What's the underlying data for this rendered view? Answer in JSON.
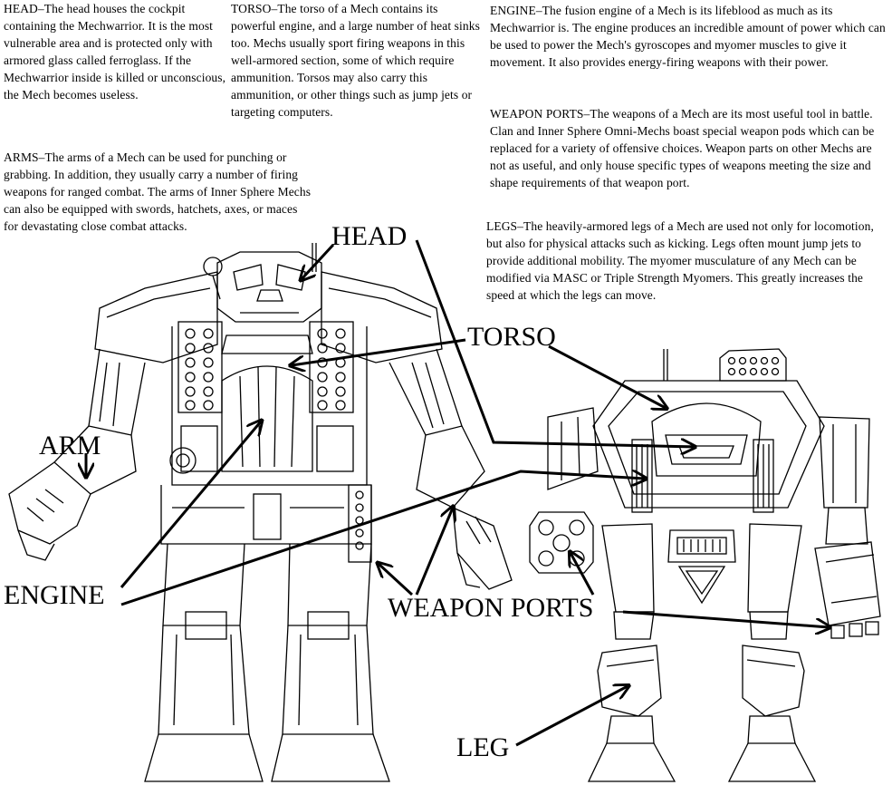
{
  "descriptions": {
    "head": "HEAD–The head houses the cockpit containing the Mechwarrior.  It is the most vulnerable area and is protected only with armored glass called ferroglass.  If the Mechwarrior inside is killed or unconscious, the Mech becomes useless.",
    "torso": "TORSO–The torso of a Mech contains its powerful engine, and a large number of heat sinks too.  Mechs usually sport firing weapons in this well-armored section, some of which require ammunition.  Torsos may also carry this ammunition, or other things such as jump jets or targeting computers.",
    "engine": "ENGINE–The fusion engine of a Mech is its lifeblood as much as its Mechwarrior is.  The engine produces an incredible amount of power which can be used to power the Mech's gyroscopes and myomer muscles to give it movement.  It also provides energy-firing weapons with their power.",
    "weapon_ports": "WEAPON PORTS–The weapons of a Mech are its most useful tool in battle.  Clan and Inner Sphere Omni-Mechs boast special weapon pods which can be replaced for a variety of offensive choices.  Weapon parts on other Mechs are not as useful, and only house specific types of weapons meeting the size and shape requirements of that weapon port.",
    "arms": "ARMS–The arms of a Mech can be used for punching or grabbing.  In addition, they usually carry a number of firing weapons for ranged combat.  The arms of Inner Sphere Mechs can also be equipped with swords, hatchets, axes, or maces for devastating close combat attacks.",
    "legs": "LEGS–The heavily-armored legs of a Mech are used not only for locomotion, but also for physical attacks such as kicking.  Legs often mount jump jets to provide additional mobility.  The myomer musculature of any Mech can be modified via MASC or Triple Strength Myomers.  This greatly increases the speed at which the legs can move."
  },
  "labels": {
    "head": "HEAD",
    "torso": "TORSO",
    "arm": "ARM",
    "engine": "ENGINE",
    "weapon_ports": "WEAPON PORTS",
    "leg": "LEG"
  }
}
